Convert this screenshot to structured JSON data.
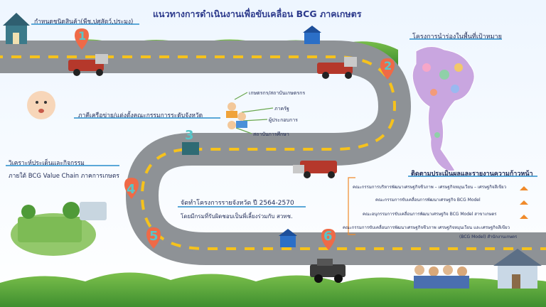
{
  "title": "แนวทางการดำเนินงานเพื่อขับเคลื่อน BCG ภาคเกษตร",
  "steps": {
    "s1": {
      "number": "1",
      "label": "กำหนดชนิดสินค้า(พืช,ปศุสัตว์,ประมง)"
    },
    "s2": {
      "number": "2",
      "label": "โครงการนำร่องในพื้นที่เป้าหมาย"
    },
    "s3": {
      "number": "3",
      "label": "ภาคีเครือข่าย/แต่งตั้งคณะกรรมการระดับจังหวัด"
    },
    "s4": {
      "number": "4",
      "label": "วิเคราะห์ประเด็นและกิจกรรม",
      "sub": "ภายใต้ BCG Value Chain ภาคการเกษตร"
    },
    "s5": {
      "number": "5",
      "label": "จัดทำโครงการรายจังหวัด ปี 2564-2570",
      "sub": "โดยมีกรมที่รับผิดชอบเป็นพี่เลี้ยงร่วมกับ สวทช."
    },
    "s6": {
      "number": "6",
      "label": "ติดตามประเมินผลและรายงานความก้าวหน้า"
    }
  },
  "partners": {
    "farmers": "เกษตรกร/สถาบันเกษตรกร",
    "government": "ภาครัฐ",
    "business": "ผู้ประกอบการ",
    "education": "สถาบันการศึกษา"
  },
  "committees": {
    "c1": "คณะกรรมการบริหารพัฒนาเศรษฐกิจชีวภาพ – เศรษฐกิจหมุนเวียน – เศรษฐกิจสีเขียว",
    "c2": "คณะกรรมการขับเคลื่อนการพัฒนาเศรษฐกิจ BCG Model",
    "c3": "คณะอนุกรรมการขับเคลื่อนการพัฒนาเศรษฐกิจ BCG Model สาขาเกษตร",
    "c4": "คณะกรรมการขับเคลื่อนการพัฒนาเศรษฐกิจชีวภาพ เศรษฐกิจหมุนเวียน และเศรษฐกิจสีเขียว",
    "c5": "(BCG Model) สำนักงานเกษตร"
  },
  "colors": {
    "road": "#8e9296",
    "dash": "#f6c21c",
    "grass": "#5caf3f",
    "pin": "#ef6a47",
    "num": "#57c6c9",
    "title": "#2d3a8c",
    "arrow": "#f08a2a"
  }
}
